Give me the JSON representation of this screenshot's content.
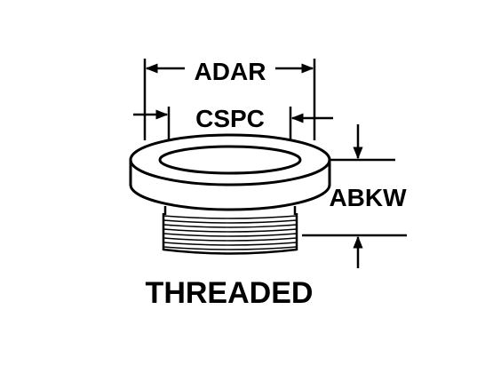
{
  "labels": {
    "adar": "ADAR",
    "cspc": "CSPC",
    "abkw": "ABKW",
    "caption": "THREADED"
  },
  "colors": {
    "ink": "#000000",
    "paper": "#ffffff"
  }
}
